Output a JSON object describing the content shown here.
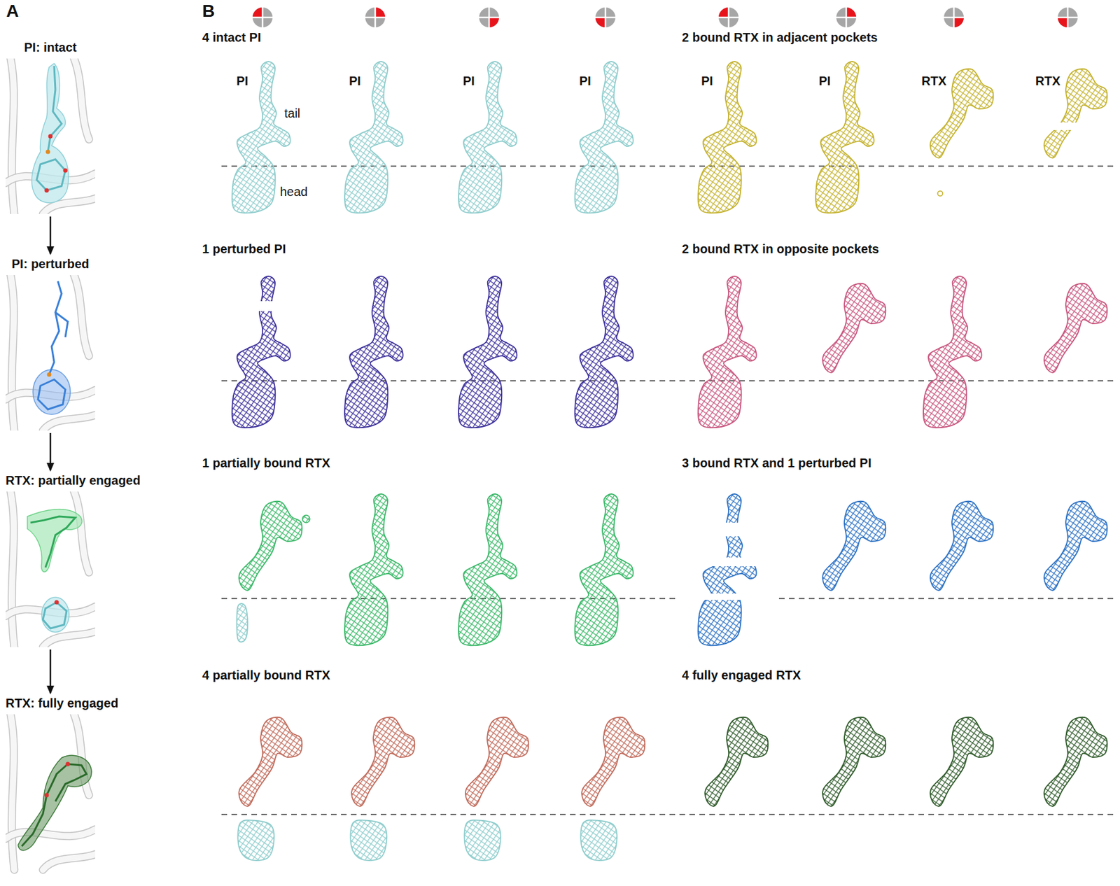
{
  "diagram": {
    "nodes": [
      {
        "text": [
          "PI: intact"
        ]
      },
      {
        "text": [
          "PI: perturbed"
        ]
      },
      {
        "text": [
          "RTX: partially engaged"
        ]
      },
      {
        "text": [
          "RTX: fully engaged"
        ]
      }
    ],
    "edges": [
      {
        "from": 0,
        "to": 1,
        "arrow": "to"
      },
      {
        "from": 1,
        "to": 2,
        "arrow": "to"
      },
      {
        "from": 2,
        "to": 3,
        "arrow": "to"
      }
    ],
    "labels": [
      "A",
      "B",
      "4 intact PI",
      "PI",
      "PI",
      "PI",
      "PI",
      "tail",
      "head",
      "2 bound RTX in adjacent pockets",
      "PI",
      "PI",
      "RTX",
      "RTX",
      "1 perturbed PI",
      "2 bound RTX in opposite pockets",
      "1 partially bound RTX",
      "3 bound RTX and 1 perturbed PI",
      "4 partially bound RTX",
      "4 fully engaged RTX"
    ]
  }
}
